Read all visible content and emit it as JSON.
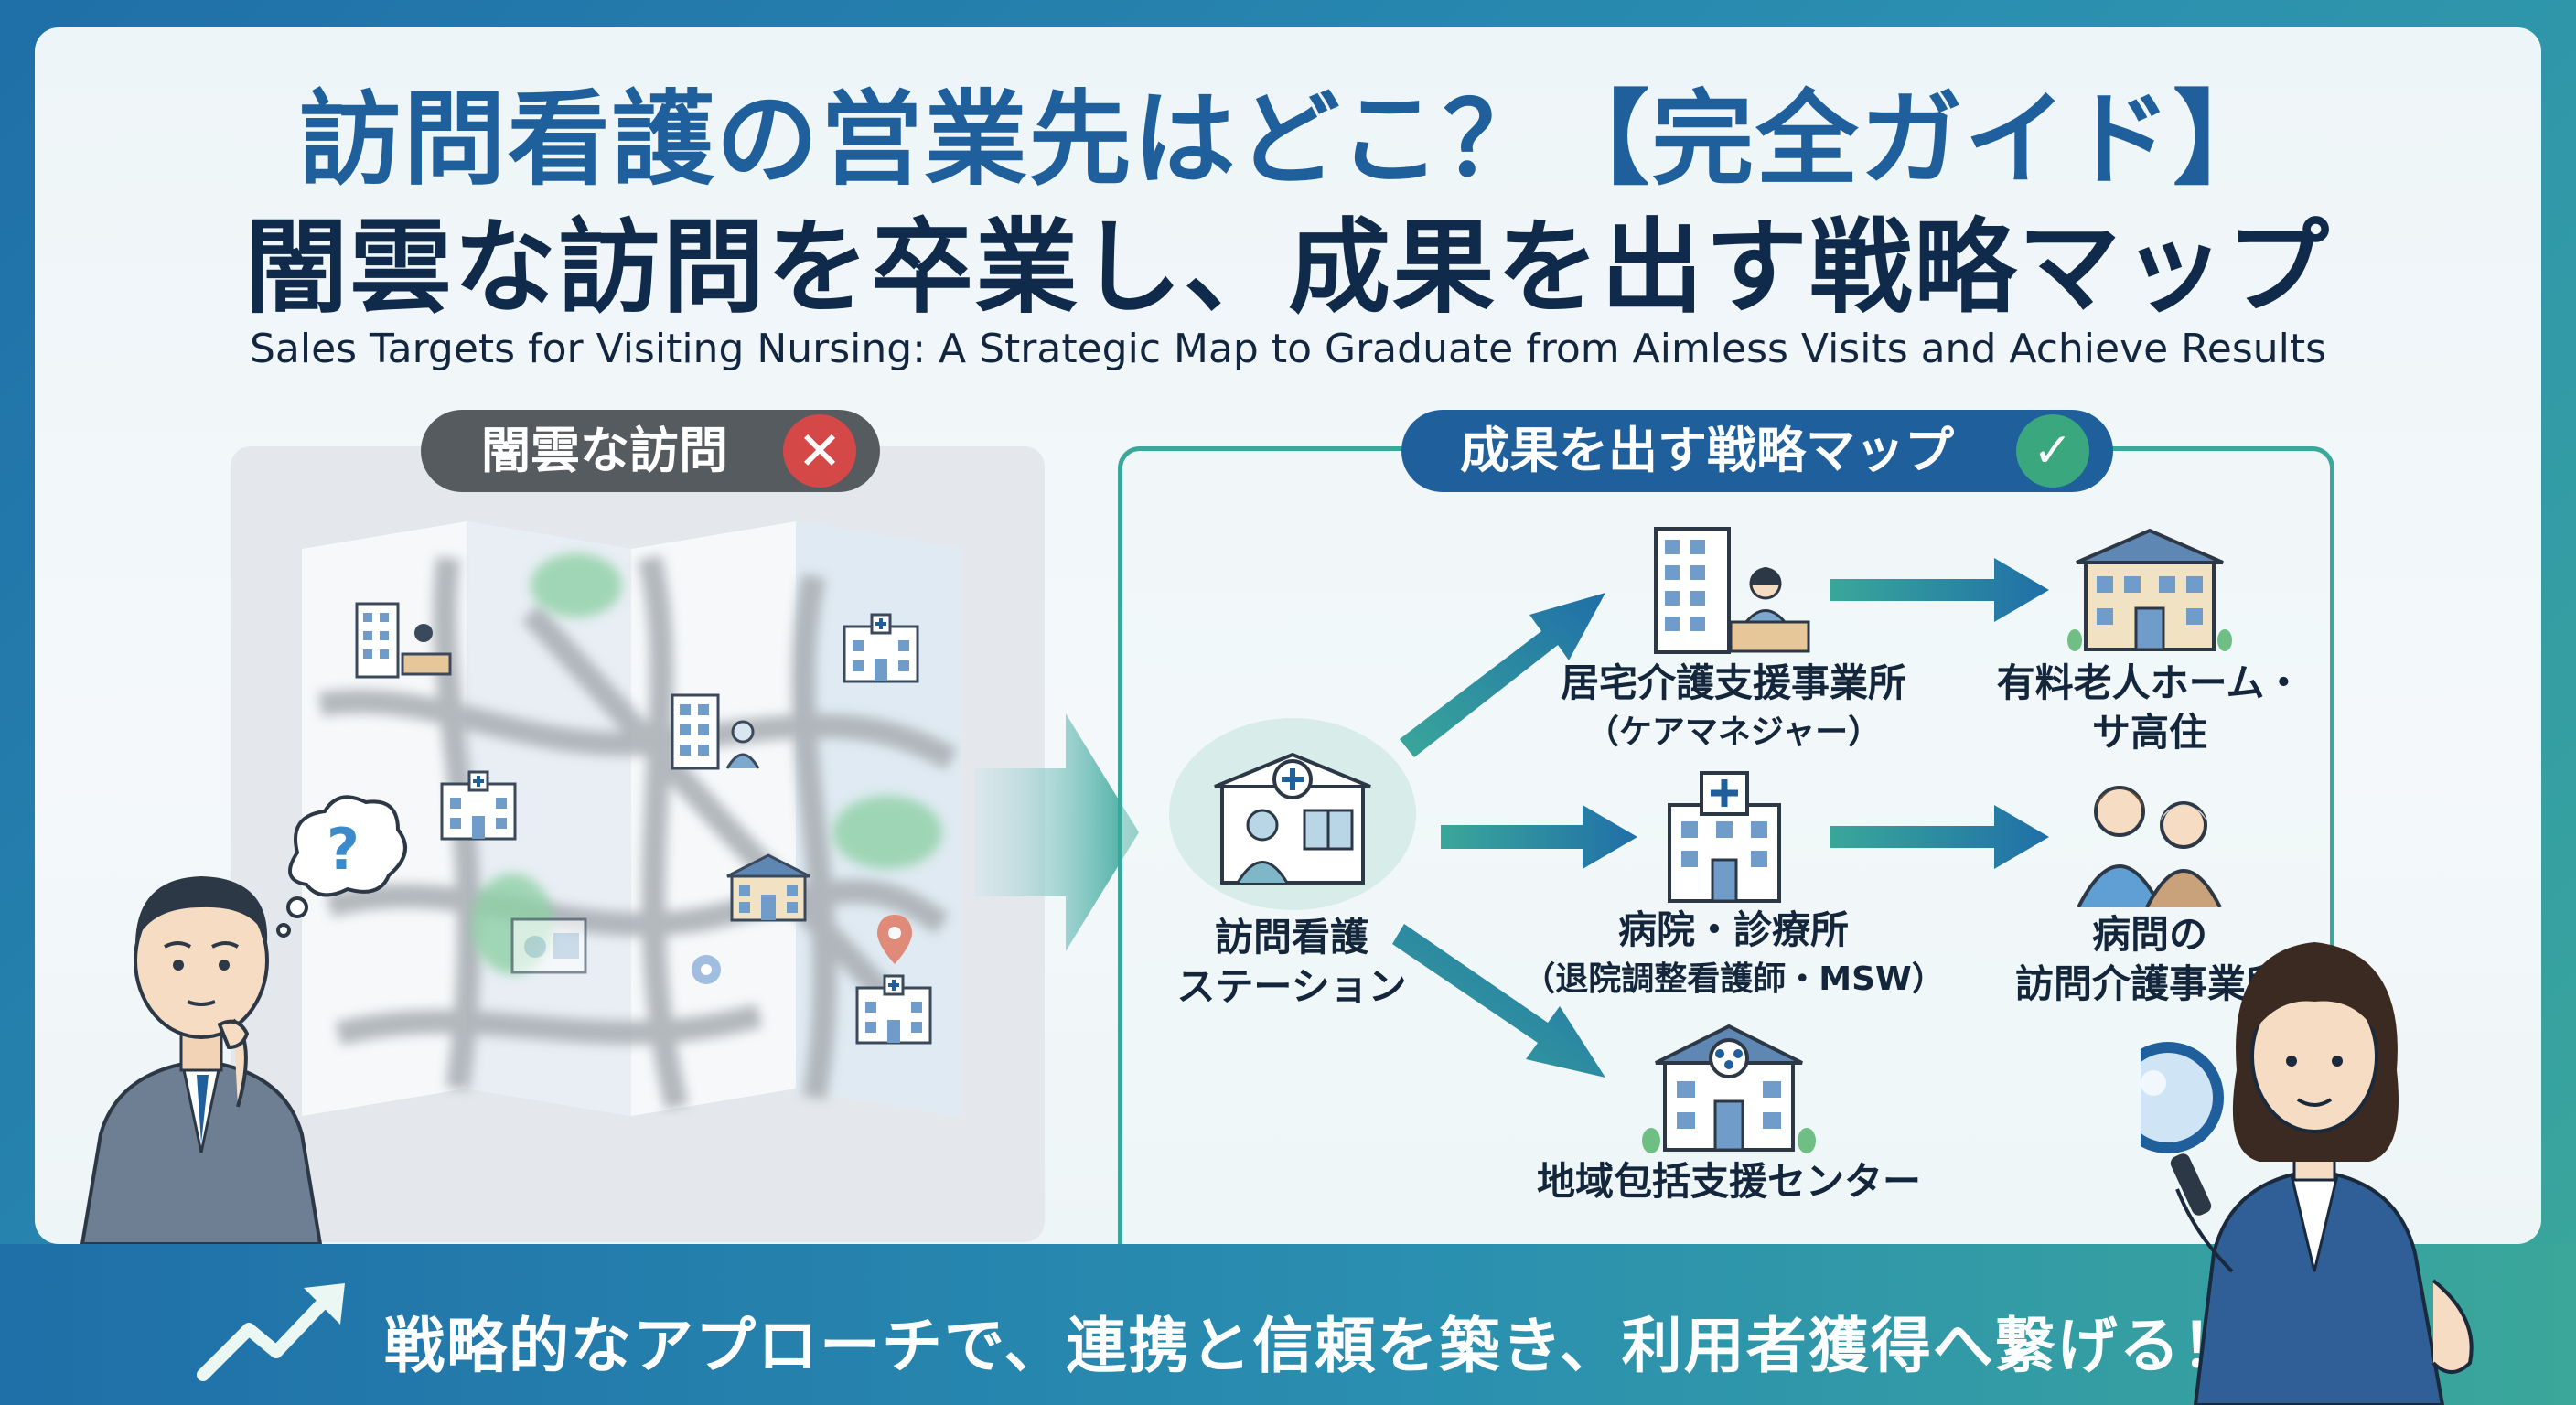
{
  "title": {
    "line1": "訪問看護の営業先はどこ？【完全ガイド】",
    "line2": "闇雲な訪問を卒業し、成果を出す戦略マップ",
    "subtitle": "Sales Targets for Visiting Nursing: A Strategic Map to Graduate from Aimless Visits and Achieve Results"
  },
  "left": {
    "badge": "闇雲な訪問",
    "question_mark": "?"
  },
  "right": {
    "badge": "成果を出す戦略マップ",
    "station": {
      "line1": "訪問看護",
      "line2": "ステーション"
    },
    "care_office": {
      "line1": "居宅介護支援事業所",
      "line2": "（ケアマネジャー）"
    },
    "hospital": {
      "line1": "病院・診療所",
      "line2": "（退院調整看護師・MSW）"
    },
    "community": {
      "line1": "地域包括支援センター"
    },
    "nursing_home": {
      "line1": "有料老人ホーム・",
      "line2": "サ高住"
    },
    "home_care": {
      "line1": "病問の",
      "line2": "訪問介護事業所"
    }
  },
  "footer": {
    "text": "戦略的なアプローチで、連携と信頼を築き、利用者獲得へ繋げる！"
  },
  "colors": {
    "primary_blue": "#1f5f9c",
    "teal": "#3aa79a",
    "dark_badge": "#565b60",
    "error_red": "#d44848",
    "success_green": "#3aa77e"
  }
}
